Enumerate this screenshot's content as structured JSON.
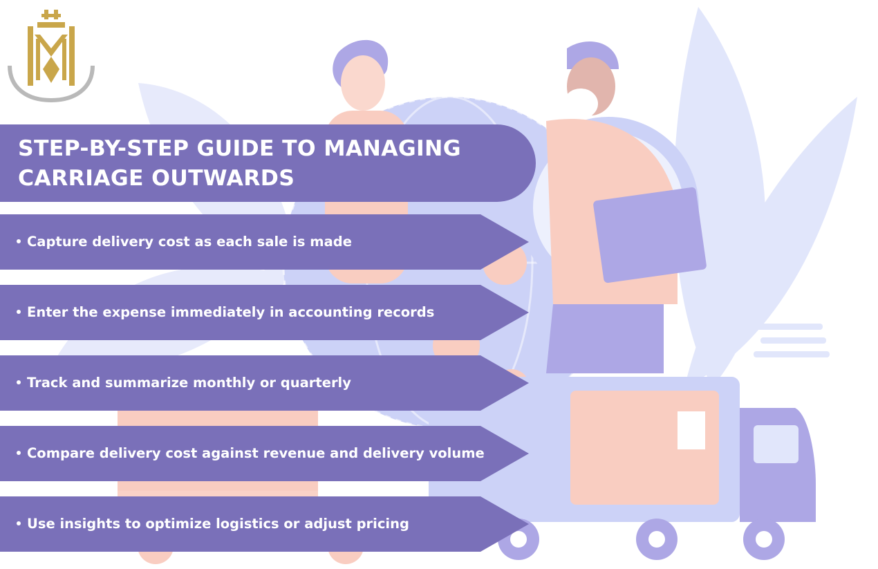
{
  "colors": {
    "panel": "#7a70b9",
    "logo_gold": "#c9a64a",
    "illustration_blue": "#b8c2f2",
    "illustration_peach": "#f4a48e",
    "illustration_purple": "#6a5fd0"
  },
  "logo": {
    "icon": "crown-shield-logo"
  },
  "title": {
    "line1": "STEP-BY-STEP GUIDE TO MANAGING",
    "line2": "CARRIAGE OUTWARDS"
  },
  "steps": [
    {
      "text": "Capture delivery cost as each sale is made"
    },
    {
      "text": "Enter the expense immediately in accounting records"
    },
    {
      "text": "Track and summarize monthly or quarterly"
    },
    {
      "text": "Compare delivery cost against revenue and delivery volume"
    },
    {
      "text": "Use insights to optimize logistics or adjust pricing"
    }
  ]
}
